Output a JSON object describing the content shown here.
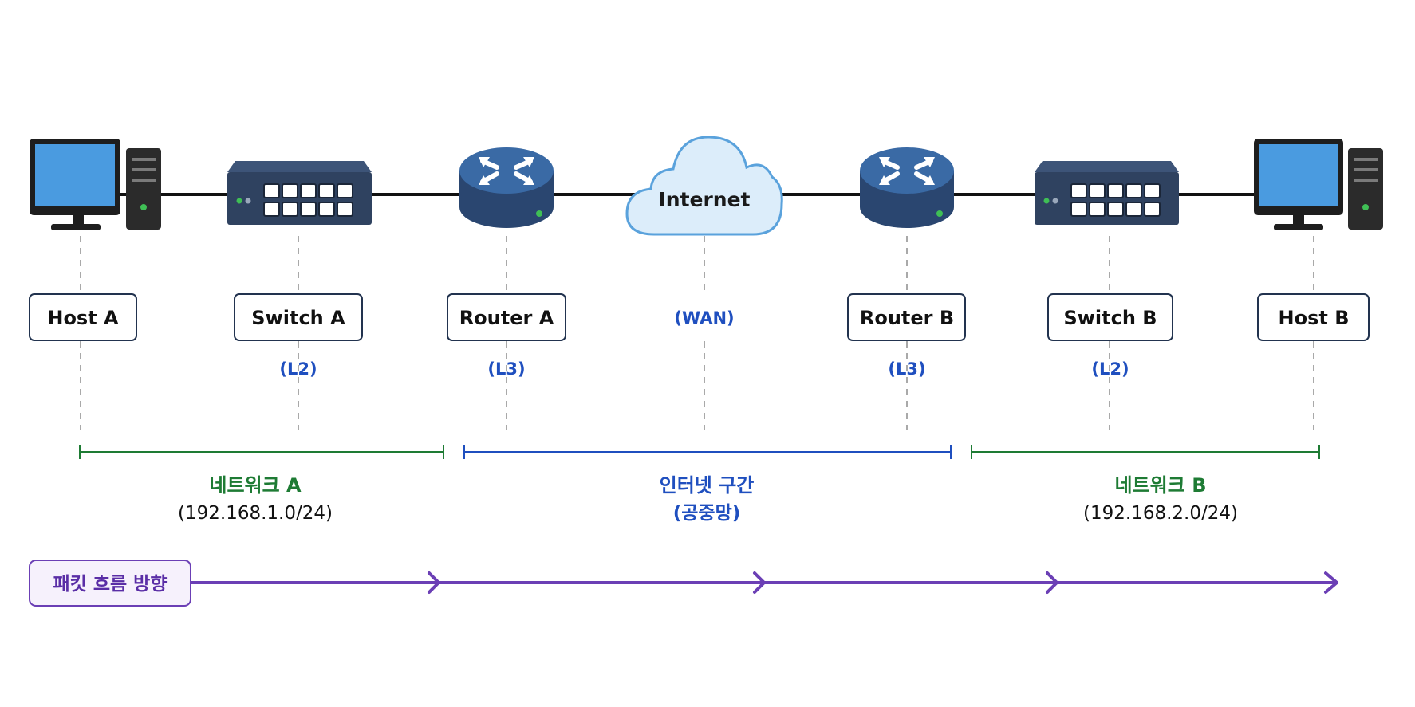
{
  "devices": [
    {
      "id": "host-a",
      "kind": "host",
      "label": "Host A",
      "layer": ""
    },
    {
      "id": "switch-a",
      "kind": "switch",
      "label": "Switch A",
      "layer": "(L2)"
    },
    {
      "id": "router-a",
      "kind": "router",
      "label": "Router A",
      "layer": "(L3)"
    },
    {
      "id": "internet",
      "kind": "cloud",
      "label": "Internet",
      "layer": "(WAN)"
    },
    {
      "id": "router-b",
      "kind": "router",
      "label": "Router B",
      "layer": "(L3)"
    },
    {
      "id": "switch-b",
      "kind": "switch",
      "label": "Switch B",
      "layer": "(L2)"
    },
    {
      "id": "host-b",
      "kind": "host",
      "label": "Host B",
      "layer": ""
    }
  ],
  "segments": [
    {
      "id": "network-a",
      "title": "네트워크 A",
      "subtitle": "(192.168.1.0/24)",
      "color": "#1e7b34"
    },
    {
      "id": "internet-section",
      "title": "인터넷 구간",
      "subtitle": "(공중망)",
      "color": "#1f4fbf"
    },
    {
      "id": "network-b",
      "title": "네트워크 B",
      "subtitle": "(192.168.2.0/24)",
      "color": "#1e7b34"
    }
  ],
  "packet_flow": {
    "label": "패킷 흐름 방향",
    "color": "#6b3fb5"
  },
  "colors": {
    "layer_text": "#1f4fbf",
    "device_dark": "#2f4260",
    "router_blue": "#2e4f7d",
    "cloud_fill": "#dcedfa",
    "cloud_stroke": "#5aa2dc",
    "screen_blue": "#4a9be0",
    "led_green": "#3fbf55"
  }
}
